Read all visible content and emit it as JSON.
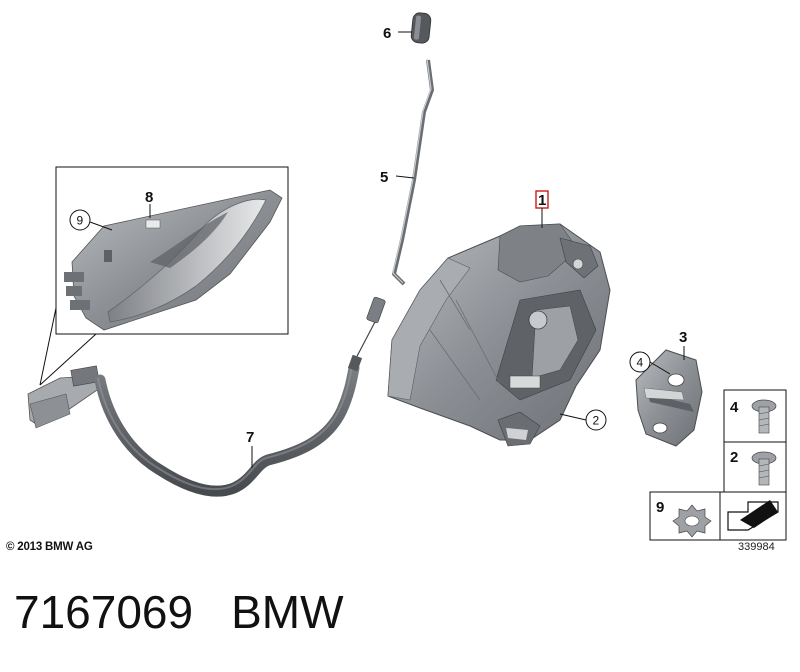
{
  "diagram": {
    "callouts": {
      "part1": "1",
      "part2": "2",
      "part3": "3",
      "part4": "4",
      "part5": "5",
      "part6": "6",
      "part7": "7",
      "part8": "8",
      "part9": "9"
    },
    "legend": {
      "screw4": "4",
      "screw2": "2",
      "nut9": "9"
    },
    "copyright": "© 2013 BMW AG",
    "diagram_id": "339984"
  },
  "footer": {
    "part_number": "7167069",
    "brand": "BMW"
  },
  "colors": {
    "part_fill": "#8a8d92",
    "part_dark": "#5e6166",
    "part_light": "#c4c6c9",
    "highlight_box": "#d01818"
  }
}
